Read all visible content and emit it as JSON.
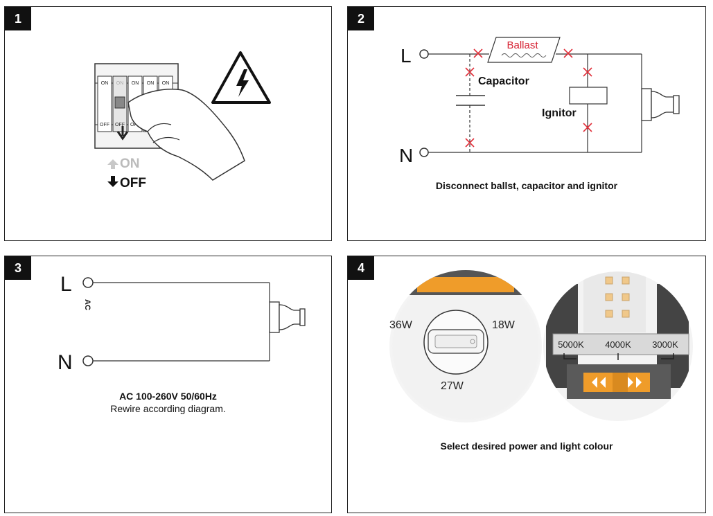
{
  "panels": [
    {
      "number": "1",
      "switch_on_label": "ON",
      "switch_off_label": "OFF",
      "state_on": "ON",
      "state_off": "OFF"
    },
    {
      "number": "2",
      "line_label": "L",
      "neutral_label": "N",
      "ballast_label": "Ballast",
      "capacitor_label": "Capacitor",
      "ignitor_label": "Ignitor",
      "caption": "Disconnect ballst, capacitor and ignitor",
      "cut_mark_color": "#e0303a"
    },
    {
      "number": "3",
      "line_label": "L",
      "neutral_label": "N",
      "ac_label": "AC",
      "caption_title": "AC 100-260V 50/60Hz",
      "caption_text": "Rewire according diagram."
    },
    {
      "number": "4",
      "power_left": "36W",
      "power_right": "18W",
      "power_bottom": "27W",
      "cct_1": "5000K",
      "cct_2": "4000K",
      "cct_3": "3000K",
      "caption": "Select desired power and light colour",
      "accent_color": "#ef9c2a"
    }
  ]
}
